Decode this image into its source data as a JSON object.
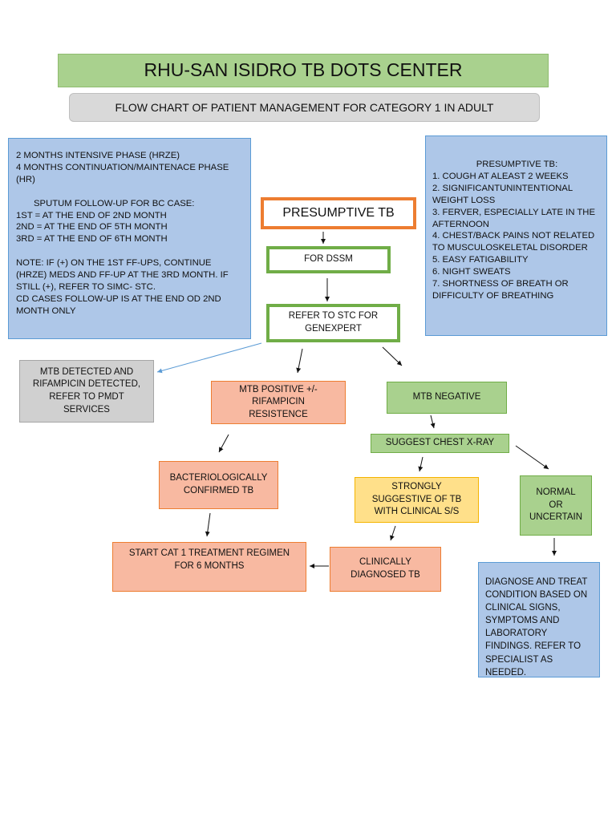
{
  "title": "RHU-SAN ISIDRO TB DOTS CENTER",
  "subtitle": "FLOW CHART OF PATIENT MANAGEMENT FOR CATEGORY 1 IN ADULT",
  "left_note": {
    "line1": "2 MONTHS INTENSIVE PHASE (HRZE)",
    "line2": "4 MONTHS CONTINUATION/MAINTENACE PHASE (HR)",
    "sputum_heading": "SPUTUM FOLLOW-UP FOR BC CASE:",
    "fu1": "1ST = AT THE END OF 2ND MONTH",
    "fu2": "2ND = AT THE END OF 5TH MONTH",
    "fu3": "3RD = AT THE END OF 6TH MONTH",
    "note": "NOTE: IF (+) ON THE 1ST FF-UPS, CONTINUE (HRZE) MEDS AND FF-UP AT THE 3RD MONTH. IF STILL (+), REFER TO SIMC- STC.",
    "cd_note": "CD CASES FOLLOW-UP IS AT THE END OD 2ND MONTH ONLY"
  },
  "right_note": {
    "heading": "PRESUMPTIVE TB:",
    "items": [
      "1. COUGH AT ALEAST 2 WEEKS",
      "2. SIGNIFICANTUNINTENTIONAL WEIGHT LOSS",
      "3. FERVER, ESPECIALLY LATE IN THE AFTERNOON",
      "4. CHEST/BACK PAINS NOT RELATED TO MUSCULOSKELETAL DISORDER",
      "5. EASY FATIGABILITY",
      "6. NIGHT SWEATS",
      "7. SHORTNESS OF BREATH OR DIFFICULTY OF BREATHING"
    ]
  },
  "nodes": {
    "presumptive": "PRESUMPTIVE TB",
    "dssm": "FOR DSSM",
    "genexpert": "REFER TO STC FOR GENEXPERT",
    "mtb_rif": "MTB DETECTED AND RIFAMPICIN DETECTED, REFER TO PMDT SERVICES",
    "mtb_positive": "MTB POSITIVE +/- RIFAMPICIN RESISTENCE",
    "mtb_negative": "MTB NEGATIVE",
    "chest_xray": "SUGGEST CHEST X-RAY",
    "bact_confirmed": "BACTERIOLOGICALLY CONFIRMED TB",
    "strongly_suggestive": "STRONGLY SUGGESTIVE OF TB WITH CLINICAL S/S",
    "normal": "NORMAL OR UNCERTAIN",
    "start_cat1": "START CAT 1 TREATMENT REGIMEN FOR 6 MONTHS",
    "clinically_dx": "CLINICALLY DIAGNOSED TB",
    "diagnose_treat": "DIAGNOSE AND TREAT CONDITION BASED ON CLINICAL SIGNS, SYMPTOMS AND LABORATORY FINDINGS. REFER TO SPECIALIST AS NEEDED."
  },
  "colors": {
    "green": "#a9d18e",
    "orange": "#ed7d31",
    "blue": "#aec7e8",
    "salmon": "#f8b9a1",
    "yellow": "#ffe08a",
    "gray": "#d9d9d9"
  }
}
